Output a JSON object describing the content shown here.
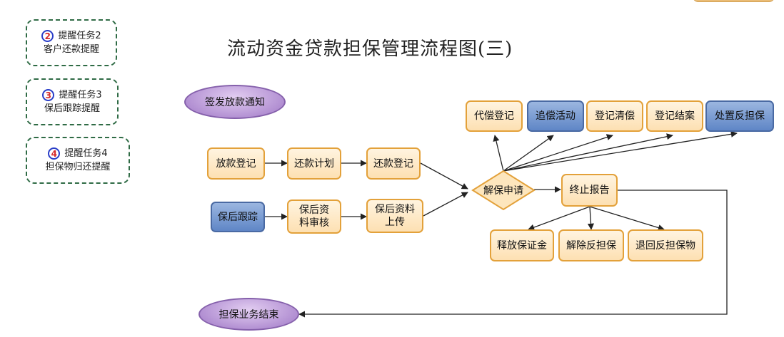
{
  "title": "流动资金贷款担保管理流程图(三)",
  "reminders": [
    {
      "num": "2",
      "line1": "提醒任务2",
      "line2": "客户还款提醒"
    },
    {
      "num": "3",
      "line1": "提醒任务3",
      "line2": "保后跟踪提醒"
    },
    {
      "num": "4",
      "line1": "提醒任务4",
      "line2": "担保物归还提醒"
    }
  ],
  "nodes": {
    "issue_notice": "签发放款通知",
    "loan_register": "放款登记",
    "repay_plan": "还款计划",
    "repay_register": "还款登记",
    "post_tracking": "保后跟踪",
    "post_review": "保后资料审核",
    "post_upload": "保后资料上传",
    "release_apply": "解保申请",
    "terminate_report": "终止报告",
    "compensate_register": "代偿登记",
    "recovery_activity": "追偿活动",
    "settle_register": "登记清偿",
    "close_register": "登记结案",
    "dispose_counter": "处置反担保",
    "release_margin": "释放保证金",
    "release_counter": "解除反担保",
    "return_collateral": "退回反担保物",
    "business_end": "担保业务结束"
  },
  "labels_split": {
    "post_review": [
      "保后资",
      "料审核"
    ],
    "post_upload": [
      "保后资料",
      "上传"
    ]
  },
  "colors": {
    "orange_border": "#e3a13a",
    "blue_fill": "#5f86c6",
    "purple_fill": "#9f77c6",
    "reminder_border": "#2f6b45"
  }
}
